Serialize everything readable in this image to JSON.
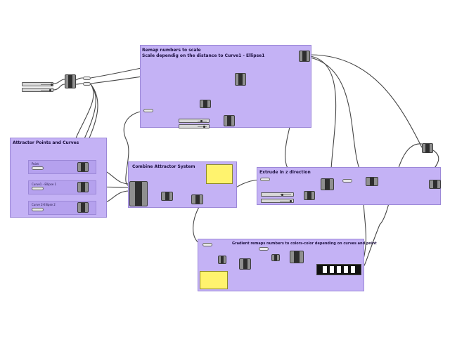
{
  "groups": {
    "remap": {
      "title": "Remap numbers to scale",
      "subtitle": "Scale dependig on the distance to Curve1 - Ellipse1"
    },
    "attractor": {
      "title": "Attractor Points and Curves",
      "point_label": "Point",
      "curve1_label": "Curve1 - Ellipse 1",
      "curve2_label": "Curve 2-Ellipse 2"
    },
    "combine": {
      "title": "Combine Attractor System"
    },
    "extrude": {
      "title": "Extrude in z direction"
    },
    "gradient": {
      "title": "Gradient remaps numbers to colors-color depending on curves and point"
    }
  },
  "icons": {
    "component": "grasshopper-component-icon",
    "slider": "number-slider-icon",
    "panel": "yellow-panel-icon",
    "gradient": "gradient-swatch-icon"
  },
  "colors": {
    "group_fill": "#c4b2f5",
    "wire": "#444444",
    "panel": "#fff36e"
  }
}
